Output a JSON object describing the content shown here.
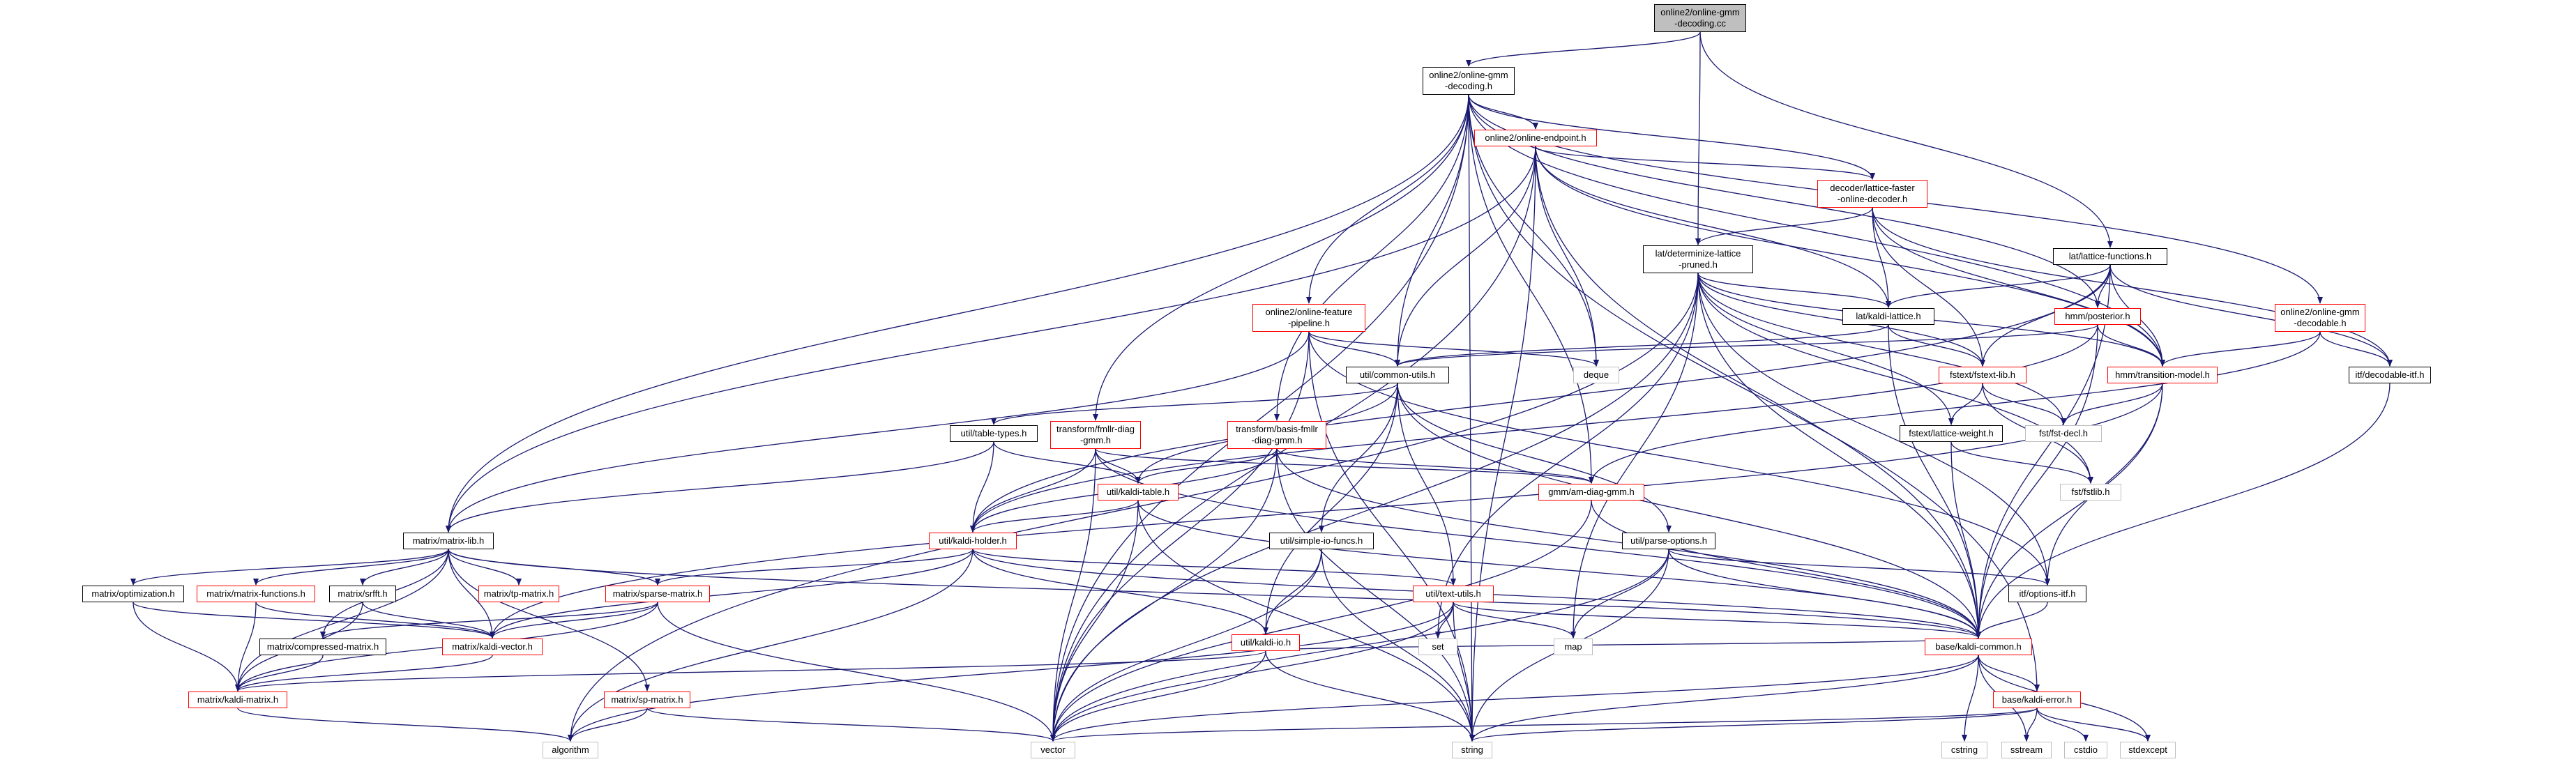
{
  "colors": {
    "edge": "#191970",
    "link_border": "#ff0000",
    "plain_border": "#000000",
    "system_border": "#bfbfbf",
    "root_fill": "#bfbfbf"
  },
  "nodes": {
    "root": "online2/online-gmm\n-decoding.cc",
    "decoding_h": "online2/online-gmm\n-decoding.h",
    "endpoint": "online2/online-endpoint.h",
    "lattice_faster": "decoder/lattice-faster\n-online-decoder.h",
    "determinize": "lat/determinize-lattice\n-pruned.h",
    "lattice_functions": "lat/lattice-functions.h",
    "kaldi_lattice": "lat/kaldi-lattice.h",
    "hmm_posterior": "hmm/posterior.h",
    "feature_pipeline": "online2/online-feature\n-pipeline.h",
    "gmm_decodable": "online2/online-gmm\n-decodable.h",
    "deque": "deque",
    "common_utils": "util/common-utils.h",
    "fstext_lib": "fstext/fstext-lib.h",
    "transition_model": "hmm/transition-model.h",
    "decodable_itf": "itf/decodable-itf.h",
    "table_types": "util/table-types.h",
    "fmllr_diag": "transform/fmllr-diag\n-gmm.h",
    "basis_fmllr": "transform/basis-fmllr\n-diag-gmm.h",
    "lattice_weight": "fstext/lattice-weight.h",
    "fst_decl": "fst/fst-decl.h",
    "fstlib": "fst/fstlib.h",
    "am_diag_gmm": "gmm/am-diag-gmm.h",
    "kaldi_table": "util/kaldi-table.h",
    "matrix_lib": "matrix/matrix-lib.h",
    "simple_io": "util/simple-io-funcs.h",
    "parse_options": "util/parse-options.h",
    "kaldi_holder": "util/kaldi-holder.h",
    "optimization": "matrix/optimization.h",
    "matrix_functions": "matrix/matrix-functions.h",
    "srfft": "matrix/srfft.h",
    "tp_matrix": "matrix/tp-matrix.h",
    "sparse_matrix": "matrix/sparse-matrix.h",
    "text_utils": "util/text-utils.h",
    "options_itf": "itf/options-itf.h",
    "kaldi_io": "util/kaldi-io.h",
    "compressed_matrix": "matrix/compressed-matrix.h",
    "kaldi_vector": "matrix/kaldi-vector.h",
    "set": "set",
    "map": "map",
    "kaldi_common": "base/kaldi-common.h",
    "kaldi_matrix": "matrix/kaldi-matrix.h",
    "sp_matrix": "matrix/sp-matrix.h",
    "kaldi_error": "base/kaldi-error.h",
    "algorithm": "algorithm",
    "vector": "vector",
    "string": "string",
    "cstring": "cstring",
    "sstream": "sstream",
    "cstdio": "cstdio",
    "stdexcept": "stdexcept"
  }
}
